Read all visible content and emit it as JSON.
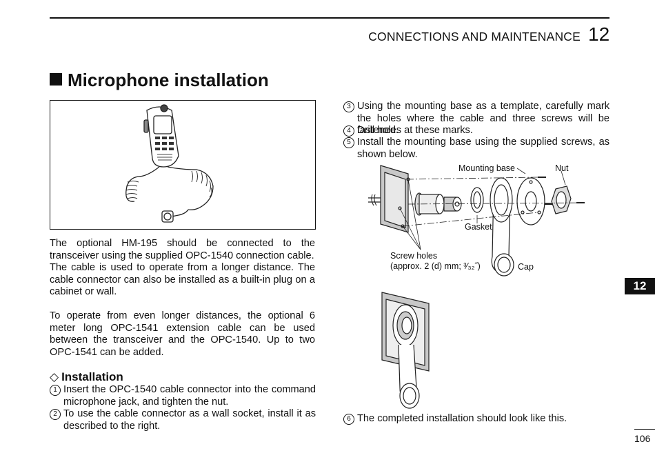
{
  "header": {
    "section_title": "CONNECTIONS AND MAINTENANCE",
    "chapter_number": "12"
  },
  "title": "Microphone installation",
  "intro": {
    "p1": "The optional HM-195 should be connected to the transceiver using the supplied OPC-1540 connection cable.",
    "p2": "The  cable is used to operate from a longer distance. The cable connector can also be installed as a built-in plug on a cabinet or wall.",
    "p3": "To operate from even longer distances, the optional 6 meter long OPC-1541 extension cable can be used between the transceiver and the OPC-1540. Up to two OPC-1541 can be added."
  },
  "installation": {
    "heading": "Installation",
    "steps": [
      {
        "num": "1",
        "text": "Insert the OPC-1540 cable connector into the command microphone jack, and tighten the nut."
      },
      {
        "num": "2",
        "text": "To use the cable connector as a wall socket, install it as described to the right."
      },
      {
        "num": "3",
        "text": "Using the mounting base as a template, carefully mark the holes where the cable and three screws will be fastened."
      },
      {
        "num": "4",
        "text": "Drill holes at these marks."
      },
      {
        "num": "5",
        "text": "Install the mounting base using the supplied screws, as shown below."
      },
      {
        "num": "6",
        "text": "The completed installation should look like this."
      }
    ]
  },
  "diagram_labels": {
    "mounting_base": "Mounting base",
    "nut": "Nut",
    "gasket": "Gasket",
    "screw_holes": "Screw holes",
    "screw_holes_size": "(approx. 2 (d) mm; ³⁄₃₂˝)",
    "cap": "Cap"
  },
  "side_tab": "12",
  "page_number": "106"
}
